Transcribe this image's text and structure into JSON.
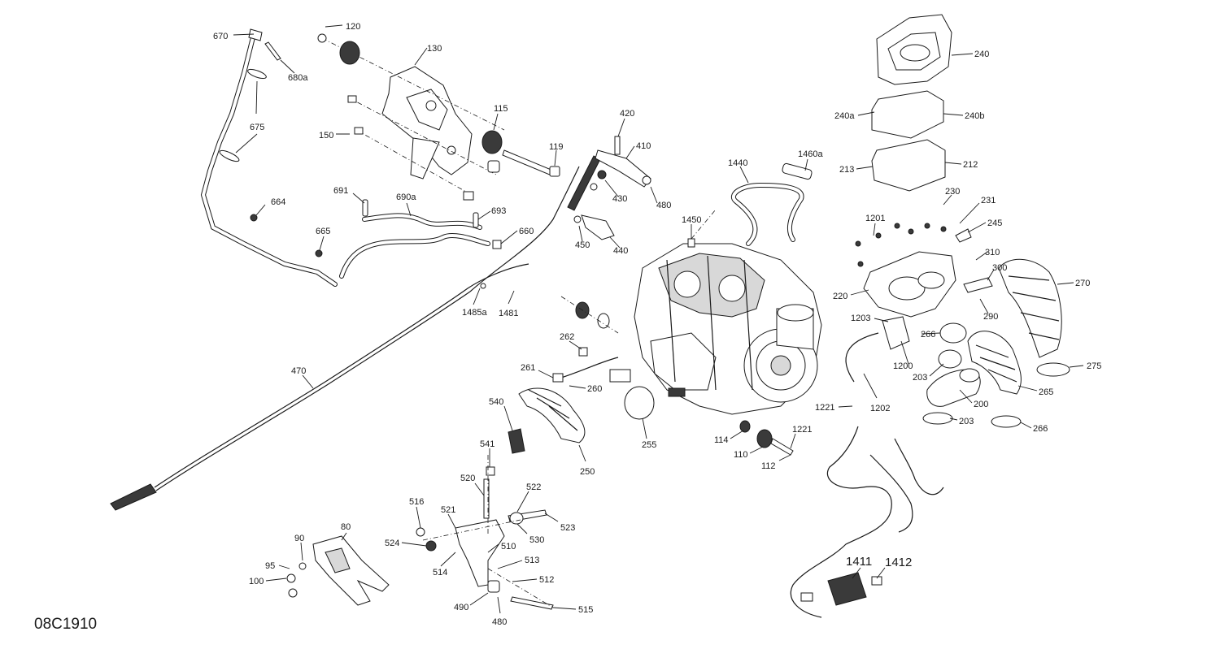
{
  "diagram_code": "08C1910",
  "callouts": [
    {
      "id": "c670",
      "text": "670"
    },
    {
      "id": "c120",
      "text": "120"
    },
    {
      "id": "c130",
      "text": "130"
    },
    {
      "id": "c680a",
      "text": "680a"
    },
    {
      "id": "c675",
      "text": "675"
    },
    {
      "id": "c115",
      "text": "115"
    },
    {
      "id": "c150",
      "text": "150"
    },
    {
      "id": "c119",
      "text": "119"
    },
    {
      "id": "c420",
      "text": "420"
    },
    {
      "id": "c410",
      "text": "410"
    },
    {
      "id": "c430",
      "text": "430"
    },
    {
      "id": "c480a",
      "text": "480"
    },
    {
      "id": "c664",
      "text": "664"
    },
    {
      "id": "c691",
      "text": "691"
    },
    {
      "id": "c690a",
      "text": "690a"
    },
    {
      "id": "c693",
      "text": "693"
    },
    {
      "id": "c660",
      "text": "660"
    },
    {
      "id": "c665",
      "text": "665"
    },
    {
      "id": "c450",
      "text": "450"
    },
    {
      "id": "c440",
      "text": "440"
    },
    {
      "id": "c1440",
      "text": "1440"
    },
    {
      "id": "c1460a",
      "text": "1460a"
    },
    {
      "id": "c1450",
      "text": "1450"
    },
    {
      "id": "c240",
      "text": "240"
    },
    {
      "id": "c240a",
      "text": "240a"
    },
    {
      "id": "c240b",
      "text": "240b"
    },
    {
      "id": "c213",
      "text": "213"
    },
    {
      "id": "c212",
      "text": "212"
    },
    {
      "id": "c230",
      "text": "230"
    },
    {
      "id": "c231",
      "text": "231"
    },
    {
      "id": "c245",
      "text": "245"
    },
    {
      "id": "c1201",
      "text": "1201"
    },
    {
      "id": "c310",
      "text": "310"
    },
    {
      "id": "c300",
      "text": "300"
    },
    {
      "id": "c270",
      "text": "270"
    },
    {
      "id": "c220",
      "text": "220"
    },
    {
      "id": "c290",
      "text": "290"
    },
    {
      "id": "c1203",
      "text": "1203"
    },
    {
      "id": "c266a",
      "text": "266"
    },
    {
      "id": "c1200",
      "text": "1200"
    },
    {
      "id": "c203a",
      "text": "203"
    },
    {
      "id": "c275",
      "text": "275"
    },
    {
      "id": "c265",
      "text": "265"
    },
    {
      "id": "c200",
      "text": "200"
    },
    {
      "id": "c1221a",
      "text": "1221"
    },
    {
      "id": "c1202",
      "text": "1202"
    },
    {
      "id": "c203b",
      "text": "203"
    },
    {
      "id": "c266b",
      "text": "266"
    },
    {
      "id": "c1485a",
      "text": "1485a"
    },
    {
      "id": "c1481",
      "text": "1481"
    },
    {
      "id": "c262",
      "text": "262"
    },
    {
      "id": "c261",
      "text": "261"
    },
    {
      "id": "c260",
      "text": "260"
    },
    {
      "id": "c470",
      "text": "470"
    },
    {
      "id": "c540",
      "text": "540"
    },
    {
      "id": "c541",
      "text": "541"
    },
    {
      "id": "c255",
      "text": "255"
    },
    {
      "id": "c250",
      "text": "250"
    },
    {
      "id": "c114",
      "text": "114"
    },
    {
      "id": "c1221b",
      "text": "1221"
    },
    {
      "id": "c110",
      "text": "110"
    },
    {
      "id": "c112",
      "text": "112"
    },
    {
      "id": "c520",
      "text": "520"
    },
    {
      "id": "c522",
      "text": "522"
    },
    {
      "id": "c516",
      "text": "516"
    },
    {
      "id": "c521",
      "text": "521"
    },
    {
      "id": "c523",
      "text": "523"
    },
    {
      "id": "c530",
      "text": "530"
    },
    {
      "id": "c524",
      "text": "524"
    },
    {
      "id": "c510",
      "text": "510"
    },
    {
      "id": "c90",
      "text": "90"
    },
    {
      "id": "c80",
      "text": "80"
    },
    {
      "id": "c95",
      "text": "95"
    },
    {
      "id": "c100",
      "text": "100"
    },
    {
      "id": "c514",
      "text": "514"
    },
    {
      "id": "c513",
      "text": "513"
    },
    {
      "id": "c512",
      "text": "512"
    },
    {
      "id": "c490",
      "text": "490"
    },
    {
      "id": "c515",
      "text": "515"
    },
    {
      "id": "c480b",
      "text": "480"
    },
    {
      "id": "c1411",
      "text": "1411"
    },
    {
      "id": "c1412",
      "text": "1412"
    }
  ]
}
